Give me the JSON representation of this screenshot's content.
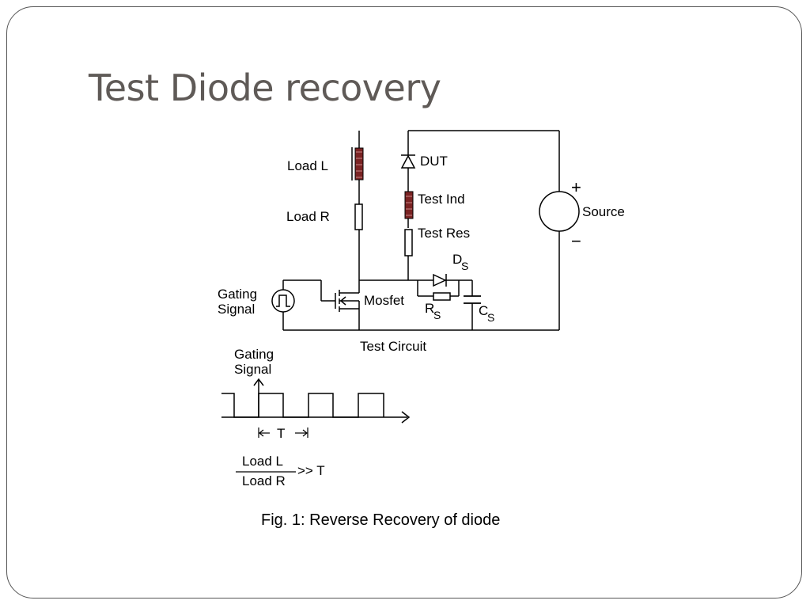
{
  "slide": {
    "title": "Test Diode recovery"
  },
  "diagram": {
    "labels": {
      "load_l": "Load L",
      "load_r": "Load R",
      "dut": "DUT",
      "test_ind": "Test Ind",
      "test_res": "Test Res",
      "source": "Source",
      "plus_sign": "+",
      "minus_sign": "−",
      "ds_letter": "D",
      "ds_sub": "S",
      "rs_letter": "R",
      "rs_sub": "S",
      "cs_letter": "C",
      "cs_sub": "S",
      "mosfet": "Mosfet",
      "gating_signal_line1": "Gating",
      "gating_signal_line2": "Signal",
      "test_circuit": "Test Circuit"
    },
    "waveform": {
      "title_line1": "Gating",
      "title_line2": "Signal",
      "period_label": "T"
    },
    "formula": {
      "numerator": "Load L",
      "denominator": "Load R",
      "relation": ">> T"
    },
    "caption": "Fig. 1: Reverse Recovery of diode",
    "colors": {
      "inductor": "#7a2323",
      "line": "#000000",
      "title": "#5f5a57",
      "frame": "#555555"
    }
  }
}
